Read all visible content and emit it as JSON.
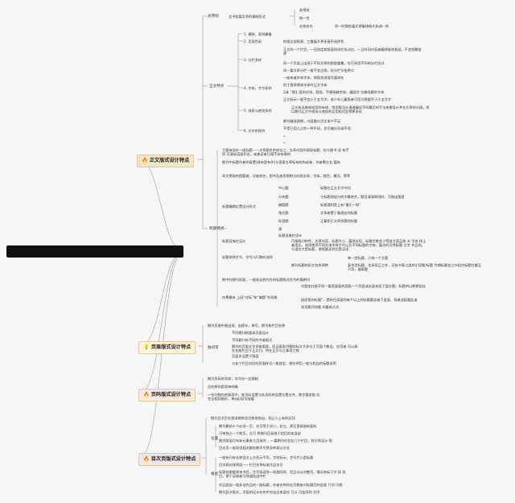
{
  "root": {
    "label": ""
  },
  "branches": [
    {
      "title": "正文版式设计特点",
      "icon": "fire-icon",
      "color": "#f2e6c9"
    },
    {
      "title": "页眉版式设计特点",
      "icon": "bulb-icon",
      "color": "#fff7d6"
    },
    {
      "title": "页码版式设计特点",
      "icon": "fire-icon",
      "color": "#fbe9e2"
    },
    {
      "title": "目次页版式设计特点",
      "icon": "fire-icon",
      "color": "#f3e6e6"
    }
  ],
  "zw": {
    "zongyuanze": "总原则",
    "zongyuanze_sub": "全书各篇文章的编排形式",
    "rules": [
      "各得其",
      "统一性",
      "在统合在"
    ],
    "rules_note": "同一时期各篇文章编排格式协调一致",
    "zhengwen": "正文特点",
    "items": [
      "1. 横排，直排兼备",
      "2. 页面色彩",
      "3. 分栏多样",
      "4. 字体、字号多样",
      "5. 线条与底纹多样",
      "6. 文字衔接符"
    ],
    "color_note": "依据全部图表，三囊展开更多复色选择色",
    "col_notes": [
      "正文的一个栏目，一目测定其版面所排栏形式也，一旦时间内容者编排能则相适，不宜频繁变更",
      "同一个页面上出现于不同文章的图版重叠，也可采用不同的分栏形式",
      "同一篇文章分栏一般不宜过频，仅分栏节变更点"
    ],
    "font_notes": [
      "一般来者供宋字体，按照其讲规号篇排在",
      "但于报章期本字体作正文字体",
      "2或「鹅】度的对排，版排，不模拟精字体，编国字 垃趣现模的字体",
      "正文标示一般不宜小于五号字，老少年儿童报者可用可根据不小于五号字"
    ],
    "line_notes": [
      "正文有无装饰效用的有线，常用版设计通道编设不同最后的手法来需设计并在文章的分隔，所以期刊正文中线条与底纹的运用相对显得更多化"
    ],
    "link_notes": [
      "期刊编排周期，内容重分页文本产不足",
      "不是已用九之的一种手段，也可偏分页或不同"
    ],
    "biaoti": "标题特点",
    "bt_notes": [
      "主要体现在一组标题——文章题名的较佳之，文章内容的表现标题，仅与图书 读 有不同 可满阅读面积总，或者读者可感不杂有眼的",
      "期刊中标题作者的复置(具有是有作)与语意文章标有结构或者，作者需左右 篇有"
    ],
    "bt_notes2": [
      "采文想取的图要者，详者放名，图书及者用图审方向其全采，字体，颜色，横活，等等"
    ],
    "bt_zone": "标题编辑位置设计形式",
    "bt_zone_items": [
      "中心题",
      "分先题",
      "偏题题",
      "角式题",
      "标首题",
      "满"
    ],
    "bt_zone_notes": [
      "标题在正文文字中间",
      "与标题两部分的字最统合，题目清源原则时，可推出角度",
      "标题通则是上有“偏于一侧”",
      "文章者置于看视右的标题",
      "正着相于文章关题的标题"
    ],
    "bt_font": "标题讲排字号、字号与行数的选择",
    "bt_font_notes": [
      "可按版刊特性，文章内容，标题大小，篇项长短，标题字数多少等各方面且体 文 字选 择上者用比，选择使用不同文本字体字号以及不同标题的字体，篇页的可特标题 文字 作品的，与语言大是标题，便版题读到比是读语",
      "期刊标题的形式包有两种"
    ],
    "bt_font_sub": [
      "单一型标题，只有一个主题",
      "复合型标题，也采用正之外，还有书意之类的引导题/标题 为期标题也之外组合标题在重至引导，偏离题"
    ],
    "bt_notes3": [
      "标题设施在设计",
      "期中的期刊封面，一般采自其作在的标题版式所为的情期刊"
    ],
    "bt_notes4": "何果最有 上因“对标”和“偏题”的现象",
    "bt_notes4_sub": [
      "对题加在级干同一篇宽面面的面版一个页面或右面本面下面左题，标题的以期更组化",
      "插前角的标题”，是样在读面的每个以上的标题量读者下变面，但者适起要此或",
      "采用题开和题 的重新方式"
    ]
  },
  "ym": {
    "lines": [
      "期刊页眉中般出现，出版年，卷号，期号和栏目名称",
      "不同期刊的版本页眉设计"
    ],
    "tezheng": "独点有",
    "notes": [
      "不同期刊有不同的书眉格式",
      "期刊的页眉文字多能版面，而且版面书题的标文大多位于页面个数会，应用者 可以调在右能栏目于正文刊，特在正文与之事项之物",
      "页面多设置于版面",
      "与各个栏目对应的页眉样式一般皆定，便在明页一般与相当的标题说明"
    ]
  },
  "ym2": {
    "lines": [
      "期刊页码的字体，字号仅一定限制",
      "总的原则是简单明确",
      "一些刊物内的版面中，其页码设置与各页码的设置位置对齐，数字要求取 比完全相同图形，单(或)双号版编"
    ]
  },
  "mc": {
    "top": "期刊目次页在报本期的总目和其统出，但让少上有所区别",
    "weizhi": "位置",
    "weizhi_notes": [
      "期刊最前十个必须一页，名可等于封二，封三，甚至直接放前面的",
      "可单独占一个跨页，左可 将期刊目录放于相后的本身部",
      "跨页版面可布有元素来主目录的 ，一篇期刊也包含几个栏目，其它再设计 版",
      "目次页一般采用相次跟的数字号等多种表示方式"
    ],
    "geshi": "格式",
    "geshi_notes": [
      "一般有刊有名称目次上方显示手页，字符标示，字号大小是标题",
      "目次表应排两组——栏目名称标准作品名号",
      "标题处根据原来书目，字号选读答一条相同时，而且以以内整页，情况有标于字 段 条目，便于读者者可快速找出中栏",
      "作品面部一般多设作品的一级标题，作者名称所在页数来对标题后的设版 只列 可相",
      "期刊目次版式，页面的设计在的中空出全本身仅 可以 可连续到 次序"
    ]
  }
}
